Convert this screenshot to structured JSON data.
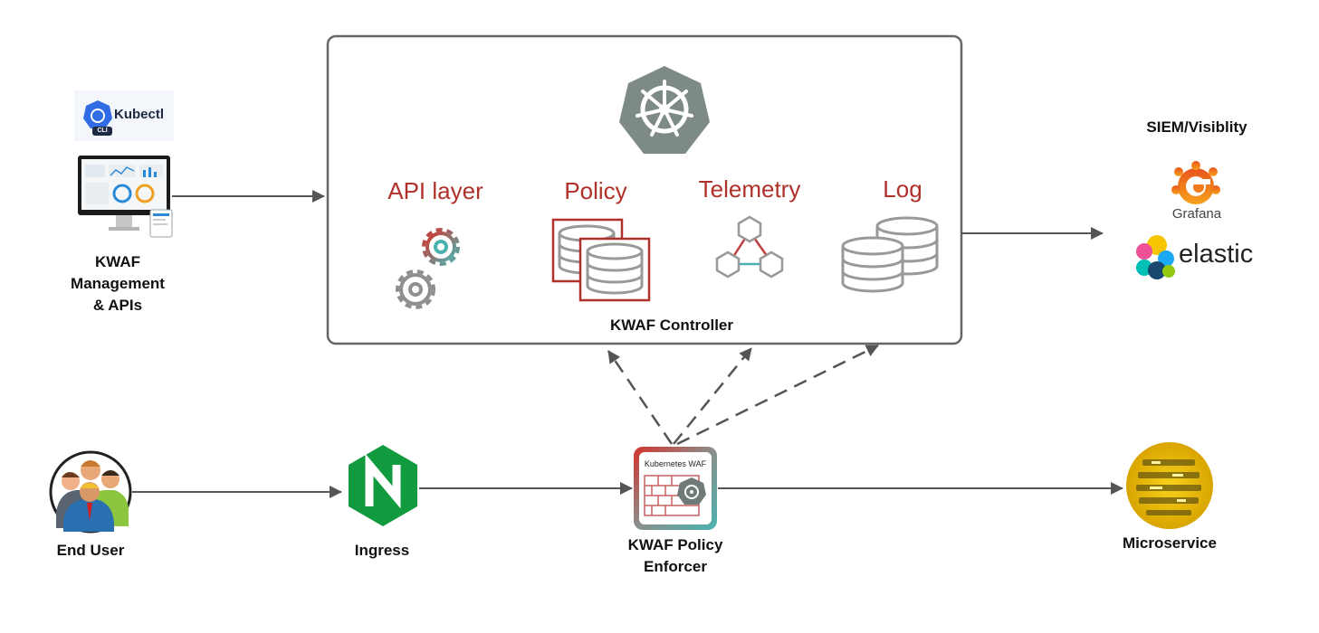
{
  "controller": {
    "title": "KWAF Controller",
    "components": [
      "API layer",
      "Policy",
      "Telemetry",
      "Log"
    ]
  },
  "management": {
    "kubectl_logo": "Kubectl",
    "kubectl_badge": "CLI",
    "label_lines": [
      "KWAF",
      "Management",
      "& APIs"
    ]
  },
  "siem": {
    "title": "SIEM/Visiblity",
    "grafana": "Grafana",
    "elastic": "elastic"
  },
  "flow": {
    "end_user": "End User",
    "ingress": "Ingress",
    "enforcer_lines": [
      "KWAF Policy",
      "Enforcer"
    ],
    "enforcer_icon_text": "Kubernetes WAF",
    "microservice": "Microservice"
  },
  "colors": {
    "component_text": "#b0302a",
    "nginx_green": "#119a3e",
    "kubernetes_gray": "#7d8a87",
    "connector": "#555555"
  },
  "icons": [
    "kubernetes-helm-icon",
    "gears-icon",
    "database-icon",
    "network-nodes-icon",
    "users-icon",
    "nginx-icon",
    "waf-firewall-icon",
    "microservice-icon",
    "grafana-icon",
    "elastic-icon",
    "monitor-icon"
  ]
}
